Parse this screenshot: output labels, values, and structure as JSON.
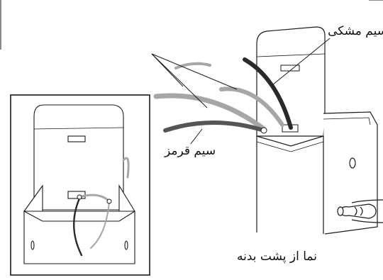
{
  "labels": {
    "black_wire": "سیم مشکی",
    "red_wire": "سیم قرمز",
    "rear_view": "نما از پشت بدنه"
  },
  "colors": {
    "line": "#1a1a1a",
    "black_wire": "#2a2a2a",
    "gray_wire": "#a6a6a6",
    "red_wire_shade": "#555555",
    "background": "#ffffff"
  }
}
